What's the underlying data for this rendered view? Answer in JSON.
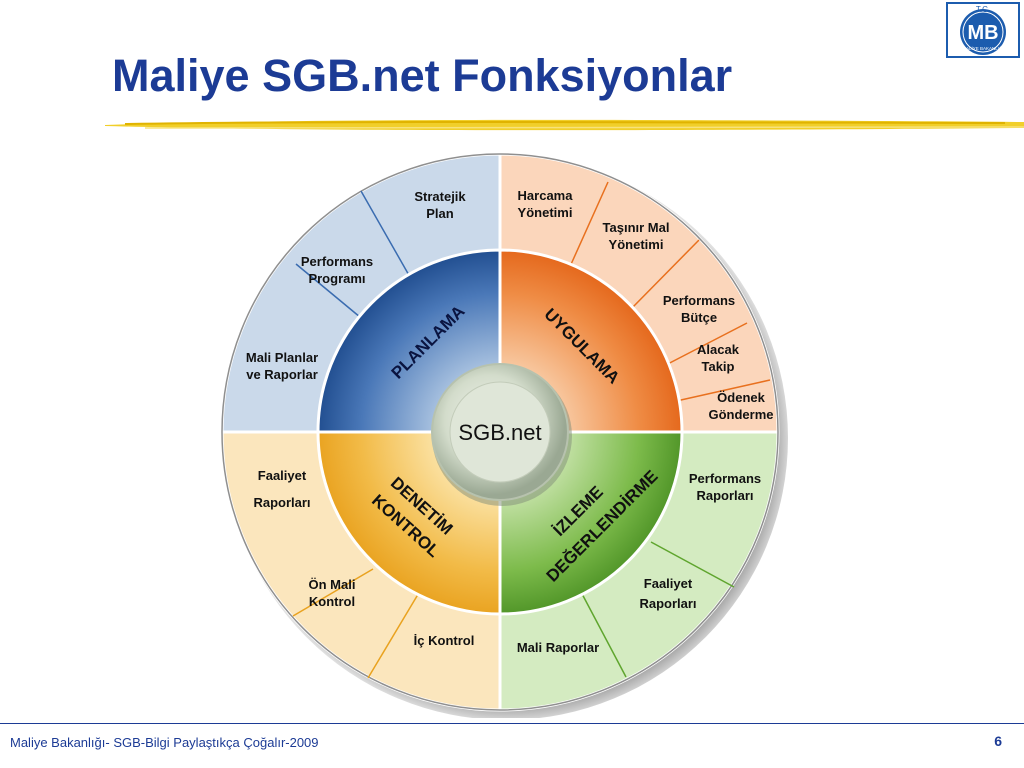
{
  "slide": {
    "title": "Maliye SGB.net Fonksiyonlar",
    "footer": "Maliye Bakanlığı- SGB-Bilgi Paylaştıkça Çoğalır-2009",
    "page_number": "6"
  },
  "logo": {
    "top_text": "T.C.",
    "monogram": "MB",
    "bottom_text": "MALİYE BAKANLIĞI"
  },
  "diagram": {
    "center": "SGB.net",
    "quadrants": {
      "planning": "PLANLAMA",
      "implementation": "UYGULAMA",
      "audit_line1": "DENETİM",
      "audit_line2": "KONTROL",
      "monitoring_line1": "İZLEME",
      "monitoring_line2": "DEĞERLENDİRME"
    },
    "planning_items": [
      {
        "l1": "Stratejik",
        "l2": "Plan"
      },
      {
        "l1": "Performans",
        "l2": "Programı"
      },
      {
        "l1": "Mali Planlar",
        "l2": "ve Raporlar"
      }
    ],
    "implementation_items": [
      {
        "l1": "Harcama",
        "l2": "Yönetimi"
      },
      {
        "l1": "Taşınır Mal",
        "l2": "Yönetimi"
      },
      {
        "l1": "Performans",
        "l2": "Bütçe"
      },
      {
        "l1": "Alacak",
        "l2": "Takip"
      },
      {
        "l1": "Ödenek",
        "l2": "Gönderme"
      }
    ],
    "audit_items": [
      {
        "l1": "Faaliyet",
        "l2": "Raporları"
      },
      {
        "l1": "Ön Mali",
        "l2": "Kontrol"
      },
      {
        "l1": "İç Kontrol"
      }
    ],
    "monitoring_items": [
      {
        "l1": "Performans",
        "l2": "Raporları"
      },
      {
        "l1": "Faaliyet",
        "l2": "Raporları"
      },
      {
        "l1": "Mali Raporlar"
      }
    ]
  },
  "colors": {
    "title": "#1c3b95",
    "planning": "#2a5aa0",
    "implementation": "#e8701e",
    "audit": "#eea62a",
    "monitoring": "#5fa52e"
  }
}
